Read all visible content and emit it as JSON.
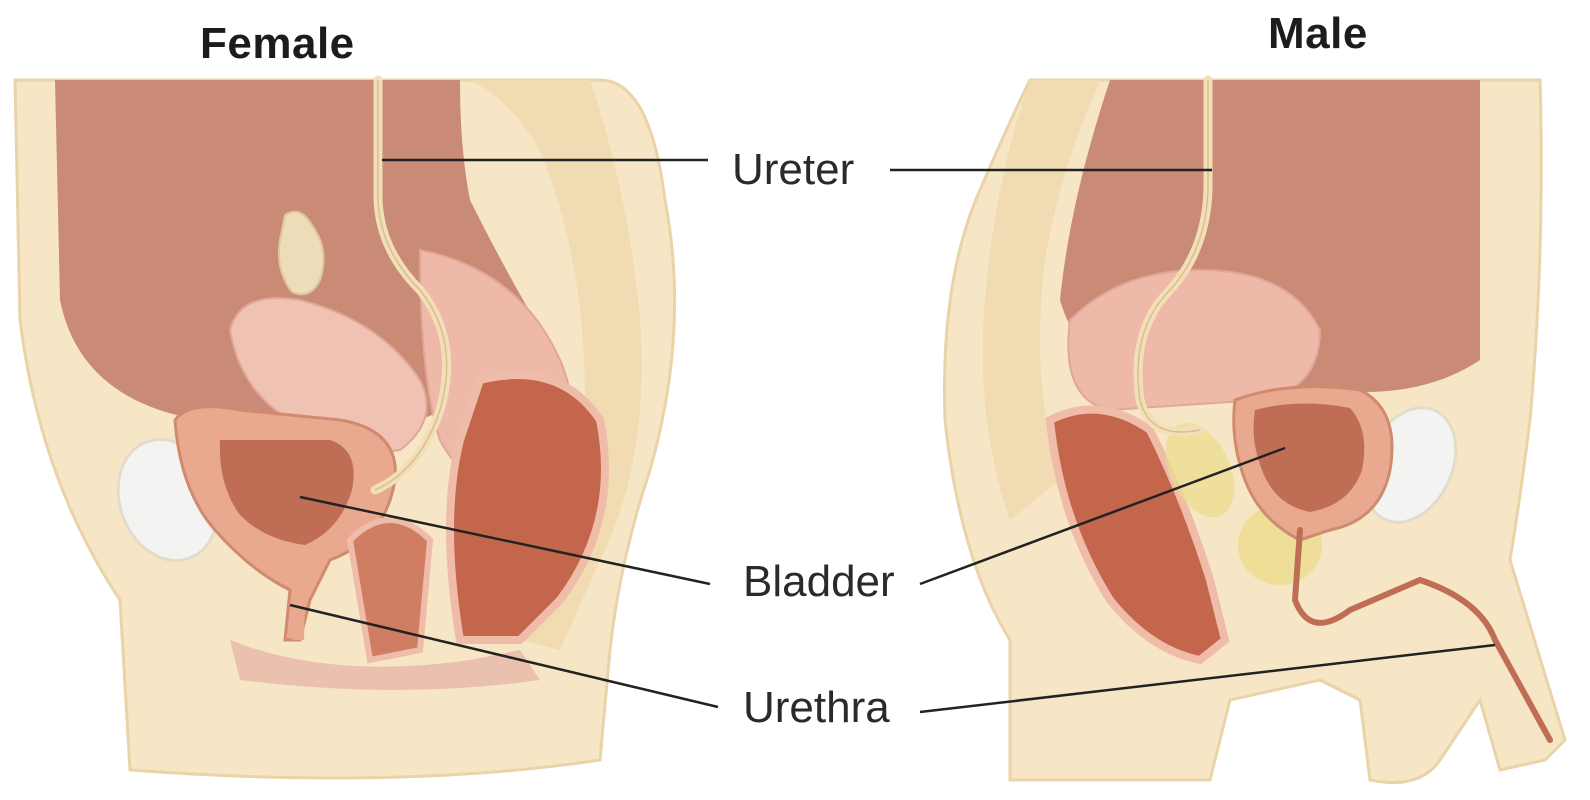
{
  "titles": {
    "female": "Female",
    "male": "Male"
  },
  "labels": {
    "ureter": "Ureter",
    "bladder": "Bladder",
    "urethra": "Urethra"
  },
  "colors": {
    "skin": "#f6e6c6",
    "skin_edge": "#ead3a8",
    "abdomen": "#c98a76",
    "bladder_wall": "#e9a98e",
    "bladder_inner": "#bf6e55",
    "uterus": "#f0c2b3",
    "rectum": "#c4664c",
    "bone": "#f3f4f1",
    "prostate": "#ecdc8c",
    "leader_line": "#222222"
  },
  "icons": [
    "female-pelvis-illustration",
    "male-pelvis-illustration"
  ]
}
